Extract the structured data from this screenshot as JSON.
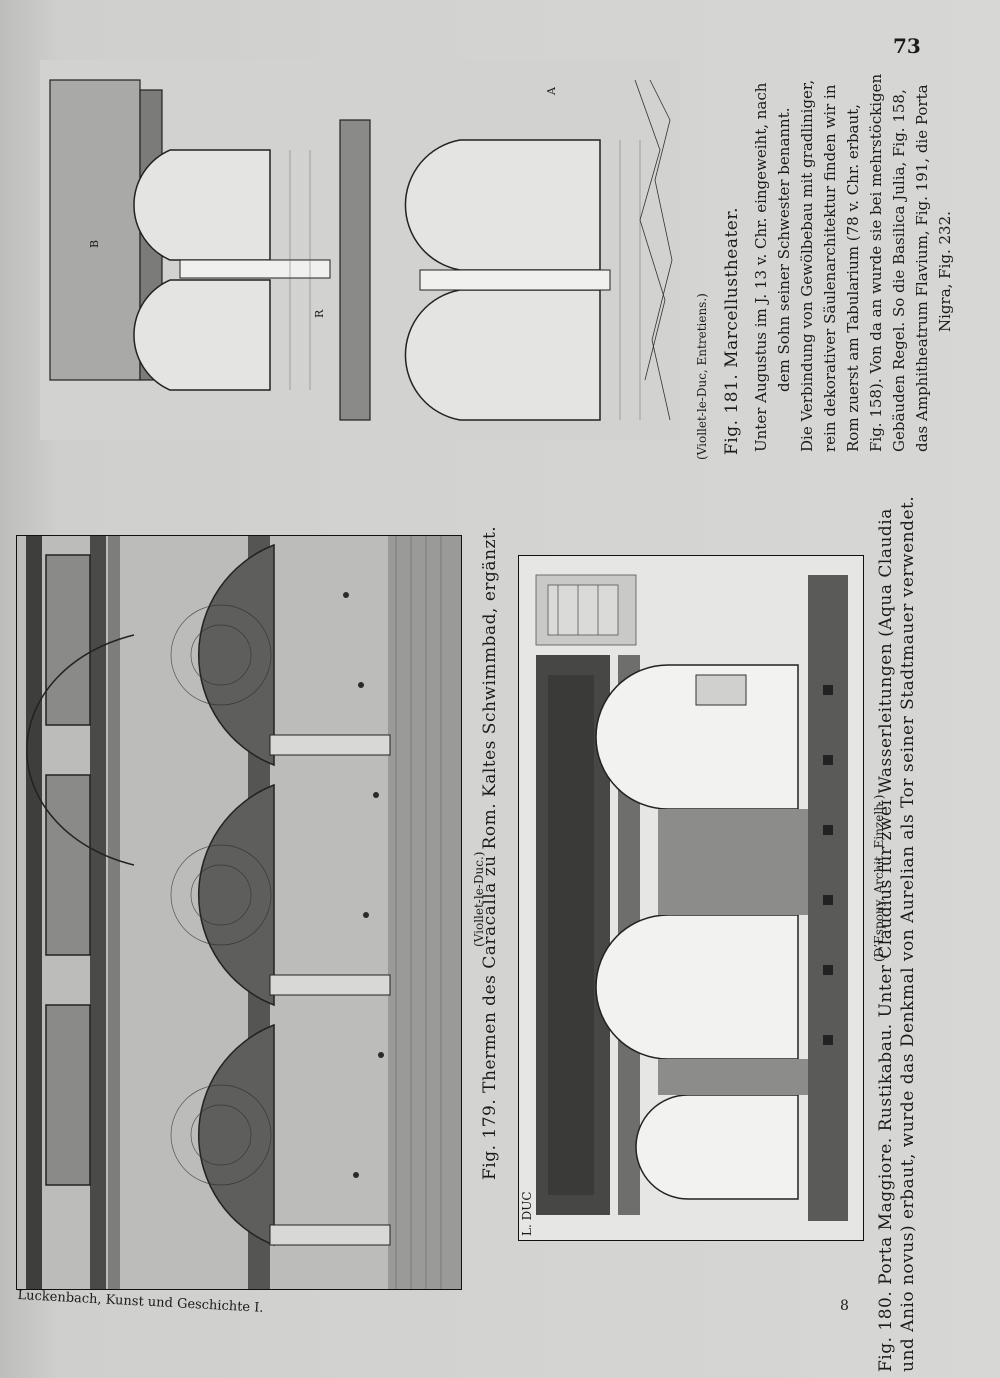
{
  "page": {
    "page_number": "73",
    "signature_mark": "8",
    "footer": "Luckenbach, Kunst und Geschichte I."
  },
  "fig179": {
    "credit": "(Viollet-le-Duc.)",
    "caption": "Fig. 179.   Thermen des Caracalla zu Rom.   Kaltes Schwimmbad, ergänzt."
  },
  "fig180": {
    "credit": "(D’Espouy, Archit. Einzelh.)",
    "artist_mark": "L. DUC",
    "caption_line1": "Fig. 180.  Porta Maggiore.  Rustikabau.  Unter Claudius für zwei Wasserleitungen (Aqua Claudia",
    "caption_line2": "und Anio novus) erbaut, wurde das Denkmal von Aurelian als Tor seiner Stadtmauer verwendet."
  },
  "fig181": {
    "credit": "(Viollet-le-Duc, Entretiens.)",
    "label_a": "A",
    "label_b": "B",
    "label_r": "R",
    "caption": "Fig. 181.   Marcellustheater.",
    "text_lines": [
      "Unter Augustus im J. 13 v. Chr. eingeweiht, nach",
      "dem Sohn seiner Schwester benannt.",
      "Die Verbindung von Gewölbebau mit gradliniger,",
      "rein dekorativer Säulenarchitektur finden wir in",
      "Rom zuerst am Tabularium (78 v. Chr. erbaut,",
      "Fig. 158).  Von da an wurde sie bei mehrstöckigen",
      "Gebäuden Regel.  So die Basilica Julia, Fig. 158,",
      "das Amphitheatrum Flavium, Fig. 191, die Porta",
      "Nigra, Fig. 232."
    ]
  }
}
